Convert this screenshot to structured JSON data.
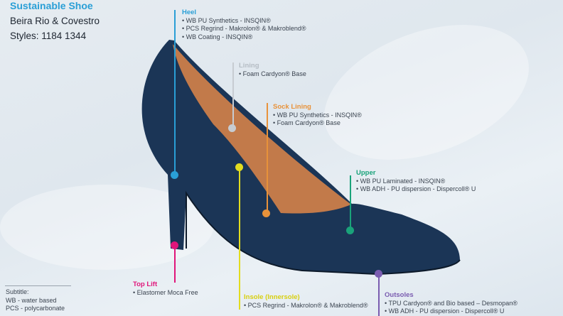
{
  "header": {
    "title": "Sustainable Shoe",
    "subtitle": "Beira Rio & Covestro",
    "styles": "Styles: 1184 1344"
  },
  "callouts": {
    "heel": {
      "title": "Heel",
      "color": "#2a9fd6",
      "items": [
        "• WB PU Synthetics - INSQIN®",
        "• PCS Regrind - Makrolon® & Makroblend®",
        "• WB Coating - INSQIN®"
      ]
    },
    "lining": {
      "title": "Lining",
      "color": "#b5bcc4",
      "items": [
        "• Foam Cardyon® Base"
      ]
    },
    "sock_lining": {
      "title": "Sock Lining",
      "color": "#e8923a",
      "items": [
        "• WB PU Synthetics - INSQIN®",
        "• Foam Cardyon® Base"
      ]
    },
    "upper": {
      "title": "Upper",
      "color": "#1aa37a",
      "items": [
        "• WB PU Laminated - INSQIN®",
        "• WB ADH - PU dispersion - Dispercoll® U"
      ]
    },
    "top_lift": {
      "title": "Top Lift",
      "color": "#e0157a",
      "items": [
        "• Elastomer Moca Free"
      ]
    },
    "insole": {
      "title": "Insole (Innersole)",
      "color": "#e2dc20",
      "items": [
        "• PCS Regrind - Makrolon® & Makroblend®"
      ]
    },
    "outsoles": {
      "title": "Outsoles",
      "color": "#7a5cb0",
      "items": [
        "• TPU Cardyon® and Bio based – Desmopan®",
        "• WB ADH - PU dispersion - Dispercoll® U"
      ]
    }
  },
  "legend": {
    "title": "Subtitle:",
    "items": [
      "WB - water based",
      "PCS - polycarbonate"
    ]
  }
}
